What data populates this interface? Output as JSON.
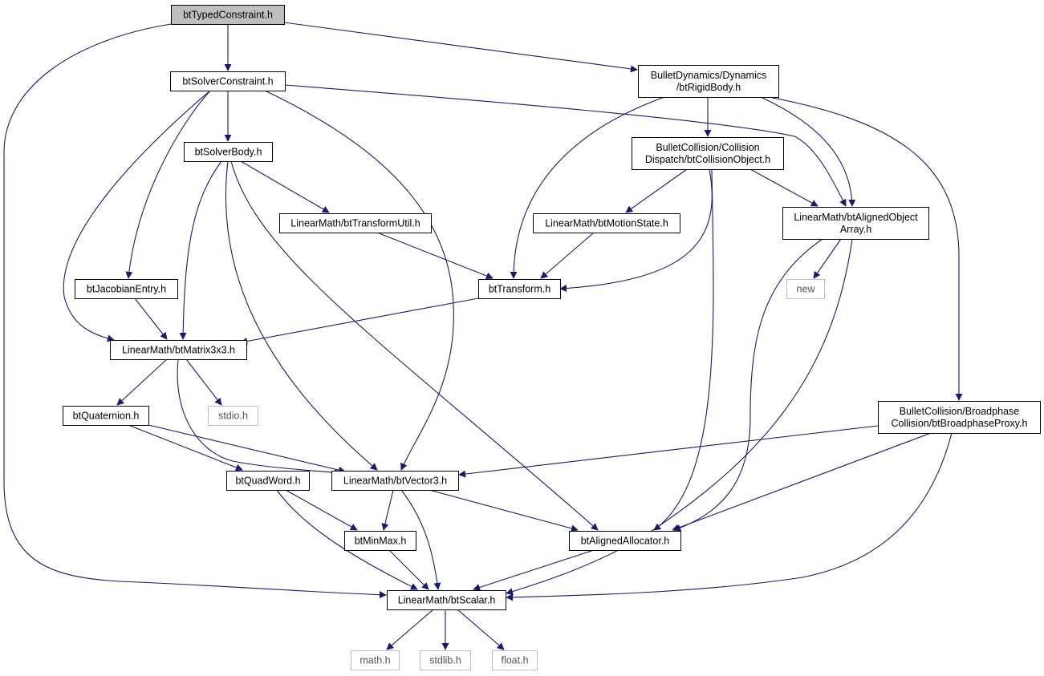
{
  "nodes": [
    {
      "id": "btTypedConstraint",
      "lines": [
        "btTypedConstraint.h"
      ],
      "kind": "root"
    },
    {
      "id": "btSolverConstraint",
      "lines": [
        "btSolverConstraint.h"
      ],
      "kind": "normal"
    },
    {
      "id": "btRigidBody",
      "lines": [
        "BulletDynamics/Dynamics",
        "/btRigidBody.h"
      ],
      "kind": "normal"
    },
    {
      "id": "btSolverBody",
      "lines": [
        "btSolverBody.h"
      ],
      "kind": "normal"
    },
    {
      "id": "btCollisionObject",
      "lines": [
        "BulletCollision/Collision",
        "Dispatch/btCollisionObject.h"
      ],
      "kind": "normal"
    },
    {
      "id": "btTransformUtil",
      "lines": [
        "LinearMath/btTransformUtil.h"
      ],
      "kind": "normal"
    },
    {
      "id": "btMotionState",
      "lines": [
        "LinearMath/btMotionState.h"
      ],
      "kind": "normal"
    },
    {
      "id": "btAlignedObjectArray",
      "lines": [
        "LinearMath/btAlignedObject",
        "Array.h"
      ],
      "kind": "normal"
    },
    {
      "id": "btJacobianEntry",
      "lines": [
        "btJacobianEntry.h"
      ],
      "kind": "normal"
    },
    {
      "id": "btTransform",
      "lines": [
        "btTransform.h"
      ],
      "kind": "normal"
    },
    {
      "id": "new",
      "lines": [
        "new"
      ],
      "kind": "external"
    },
    {
      "id": "btMatrix3x3",
      "lines": [
        "LinearMath/btMatrix3x3.h"
      ],
      "kind": "normal"
    },
    {
      "id": "btQuaternion",
      "lines": [
        "btQuaternion.h"
      ],
      "kind": "normal"
    },
    {
      "id": "stdio",
      "lines": [
        "stdio.h"
      ],
      "kind": "external"
    },
    {
      "id": "btBroadphaseProxy",
      "lines": [
        "BulletCollision/Broadphase",
        "Collision/btBroadphaseProxy.h"
      ],
      "kind": "normal"
    },
    {
      "id": "btQuadWord",
      "lines": [
        "btQuadWord.h"
      ],
      "kind": "normal"
    },
    {
      "id": "btVector3",
      "lines": [
        "LinearMath/btVector3.h"
      ],
      "kind": "normal"
    },
    {
      "id": "btMinMax",
      "lines": [
        "btMinMax.h"
      ],
      "kind": "normal"
    },
    {
      "id": "btAlignedAllocator",
      "lines": [
        "btAlignedAllocator.h"
      ],
      "kind": "normal"
    },
    {
      "id": "btScalar",
      "lines": [
        "LinearMath/btScalar.h"
      ],
      "kind": "normal"
    },
    {
      "id": "math",
      "lines": [
        "math.h"
      ],
      "kind": "external"
    },
    {
      "id": "stdlib",
      "lines": [
        "stdlib.h"
      ],
      "kind": "external"
    },
    {
      "id": "float",
      "lines": [
        "float.h"
      ],
      "kind": "external"
    }
  ],
  "edges": [
    {
      "from": "btTypedConstraint",
      "to": "btSolverConstraint"
    },
    {
      "from": "btTypedConstraint",
      "to": "btRigidBody"
    },
    {
      "from": "btTypedConstraint",
      "to": "btScalar"
    },
    {
      "from": "btSolverConstraint",
      "to": "btSolverBody"
    },
    {
      "from": "btSolverConstraint",
      "to": "btJacobianEntry"
    },
    {
      "from": "btSolverConstraint",
      "to": "btMatrix3x3"
    },
    {
      "from": "btSolverConstraint",
      "to": "btVector3"
    },
    {
      "from": "btSolverConstraint",
      "to": "btAlignedObjectArray"
    },
    {
      "from": "btRigidBody",
      "to": "btCollisionObject"
    },
    {
      "from": "btRigidBody",
      "to": "btTransform"
    },
    {
      "from": "btRigidBody",
      "to": "btAlignedObjectArray"
    },
    {
      "from": "btRigidBody",
      "to": "btBroadphaseProxy"
    },
    {
      "from": "btSolverBody",
      "to": "btTransformUtil"
    },
    {
      "from": "btSolverBody",
      "to": "btMatrix3x3"
    },
    {
      "from": "btSolverBody",
      "to": "btVector3"
    },
    {
      "from": "btSolverBody",
      "to": "btAlignedAllocator"
    },
    {
      "from": "btCollisionObject",
      "to": "btMotionState"
    },
    {
      "from": "btCollisionObject",
      "to": "btTransform"
    },
    {
      "from": "btCollisionObject",
      "to": "btAlignedObjectArray"
    },
    {
      "from": "btCollisionObject",
      "to": "btAlignedAllocator"
    },
    {
      "from": "btTransformUtil",
      "to": "btTransform"
    },
    {
      "from": "btMotionState",
      "to": "btTransform"
    },
    {
      "from": "btAlignedObjectArray",
      "to": "new"
    },
    {
      "from": "btAlignedObjectArray",
      "to": "btAlignedAllocator"
    },
    {
      "from": "btAlignedObjectArray",
      "to": "btScalar"
    },
    {
      "from": "btJacobianEntry",
      "to": "btMatrix3x3"
    },
    {
      "from": "btTransform",
      "to": "btMatrix3x3"
    },
    {
      "from": "btMatrix3x3",
      "to": "btQuaternion"
    },
    {
      "from": "btMatrix3x3",
      "to": "stdio"
    },
    {
      "from": "btMatrix3x3",
      "to": "btVector3"
    },
    {
      "from": "btQuaternion",
      "to": "btQuadWord"
    },
    {
      "from": "btQuaternion",
      "to": "btVector3"
    },
    {
      "from": "btBroadphaseProxy",
      "to": "btVector3"
    },
    {
      "from": "btBroadphaseProxy",
      "to": "btAlignedAllocator"
    },
    {
      "from": "btBroadphaseProxy",
      "to": "btScalar"
    },
    {
      "from": "btQuadWord",
      "to": "btMinMax"
    },
    {
      "from": "btQuadWord",
      "to": "btScalar"
    },
    {
      "from": "btVector3",
      "to": "btMinMax"
    },
    {
      "from": "btVector3",
      "to": "btScalar"
    },
    {
      "from": "btVector3",
      "to": "btAlignedAllocator"
    },
    {
      "from": "btMinMax",
      "to": "btScalar"
    },
    {
      "from": "btAlignedAllocator",
      "to": "btScalar"
    },
    {
      "from": "btScalar",
      "to": "math"
    },
    {
      "from": "btScalar",
      "to": "stdlib"
    },
    {
      "from": "btScalar",
      "to": "float"
    }
  ],
  "colors": {
    "edge": "#191970",
    "box_border": "#000000",
    "root_fill": "#bfbfbf",
    "external_border": "#bfbfbf"
  }
}
